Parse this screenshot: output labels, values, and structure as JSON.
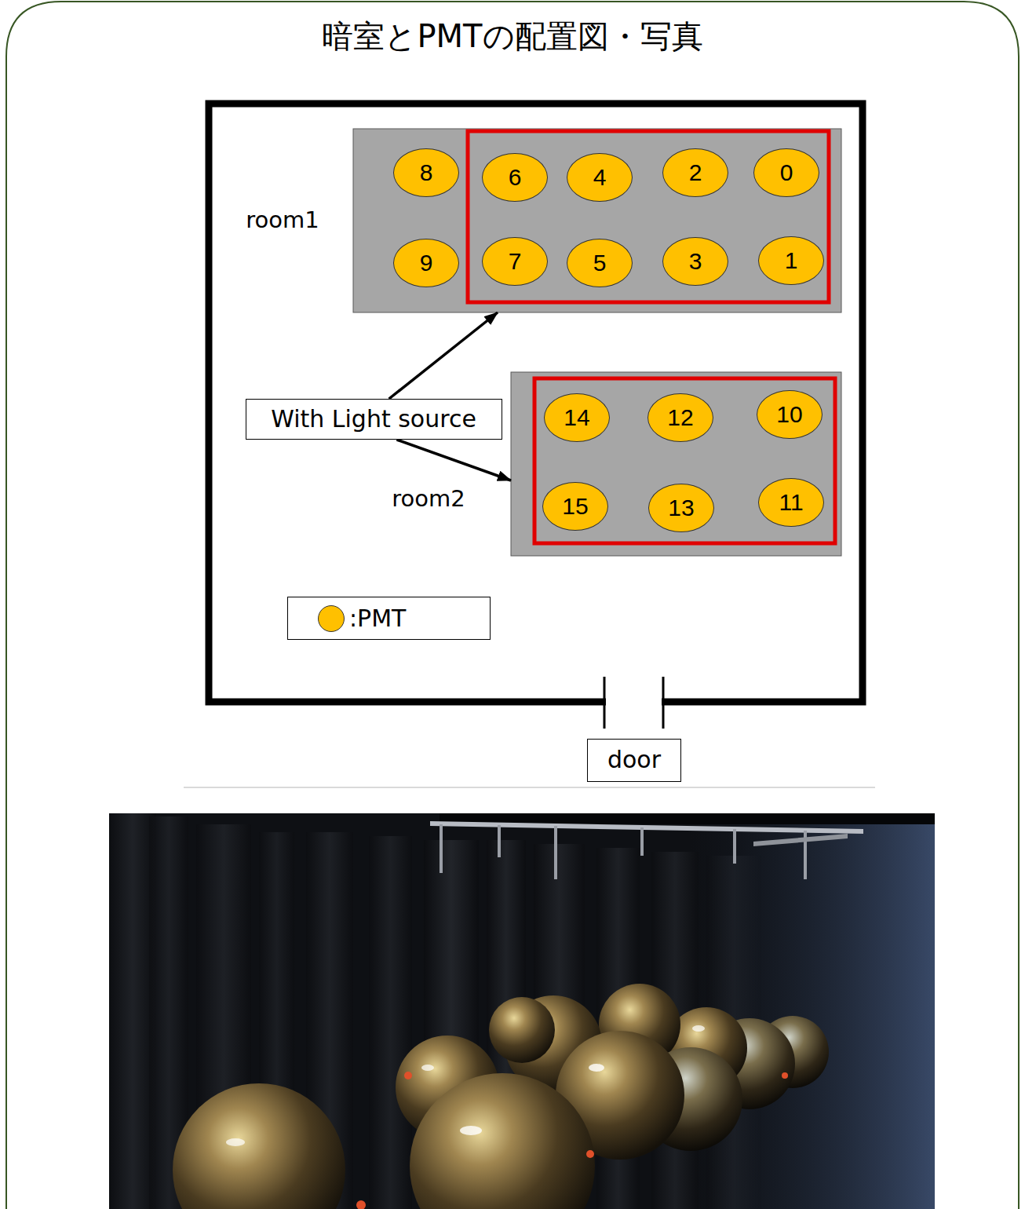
{
  "diagram": {
    "title": "暗室とPMTの配置図・写真",
    "nodes": [
      {
        "text": [
          "room1"
        ]
      },
      {
        "text": [
          "8"
        ],
        "in": 0
      },
      {
        "text": [
          "6"
        ],
        "in": 0
      },
      {
        "text": [
          "4"
        ],
        "in": 0
      },
      {
        "text": [
          "2"
        ],
        "in": 0
      },
      {
        "text": [
          "0"
        ],
        "in": 0
      },
      {
        "text": [
          "9"
        ],
        "in": 0
      },
      {
        "text": [
          "7"
        ],
        "in": 0
      },
      {
        "text": [
          "5"
        ],
        "in": 0
      },
      {
        "text": [
          "3"
        ],
        "in": 0
      },
      {
        "text": [
          "1"
        ],
        "in": 0
      },
      {
        "text": [
          "With Light source"
        ]
      },
      {
        "text": [
          "room2"
        ]
      },
      {
        "text": [
          "14"
        ],
        "in": 12
      },
      {
        "text": [
          "12"
        ],
        "in": 12
      },
      {
        "text": [
          "10"
        ],
        "in": 12
      },
      {
        "text": [
          "15"
        ],
        "in": 12
      },
      {
        "text": [
          "13"
        ],
        "in": 12
      },
      {
        "text": [
          "11"
        ],
        "in": 12
      },
      {
        "text": [
          "door"
        ]
      }
    ],
    "edges": [
      {
        "from": 11,
        "to": 0,
        "arrow": "to"
      },
      {
        "from": 11,
        "to": 12,
        "arrow": "to"
      }
    ],
    "legend": [
      {
        "text": ":PMT",
        "color": "#ffc000"
      }
    ]
  }
}
